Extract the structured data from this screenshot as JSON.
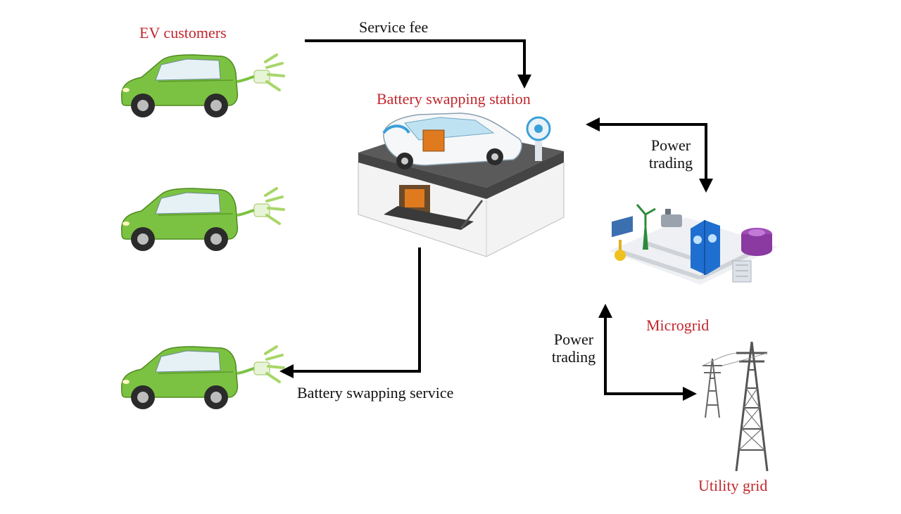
{
  "labels": {
    "ev_customers": "EV customers",
    "service_fee": "Service fee",
    "battery_swapping_station": "Battery swapping station",
    "power_trading_top_line1": "Power",
    "power_trading_top_line2": "trading",
    "microgrid": "Microgrid",
    "power_trading_bottom_line1": "Power",
    "power_trading_bottom_line2": "trading",
    "battery_swapping_service": "Battery swapping service",
    "utility_grid": "Utility grid"
  },
  "colors": {
    "label_red": "#c0272d",
    "arrow": "#000000",
    "car_green": "#7cc242",
    "plug_green": "#a8d66a"
  },
  "icons": [
    "green-car-icon",
    "plug-icon",
    "swap-station-icon",
    "microgrid-icon",
    "power-tower-icon"
  ]
}
